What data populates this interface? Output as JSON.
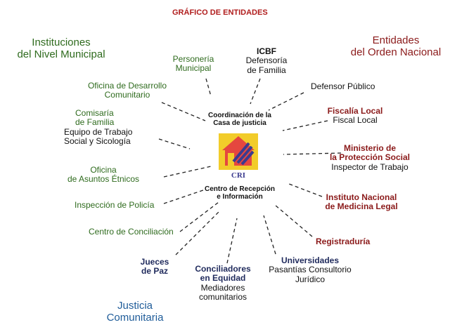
{
  "title": "GRÁFICO DE ENTIDADES",
  "colors": {
    "title": "#b01c1c",
    "municipal": "#2f6b1e",
    "nacional": "#8b1a1a",
    "comunitaria_heading": "#1f5c99",
    "comunitaria": "#1f2a5c",
    "logo_background": "#f2cc2a",
    "logo_house": "#e5473f",
    "logo_text": "#3b3b8f"
  },
  "groups": {
    "municipal": [
      "Instituciones",
      "del Nivel Municipal"
    ],
    "nacional": [
      "Entidades",
      "del Orden Nacional"
    ],
    "comunitaria": [
      "Justicia",
      "Comunitaria"
    ]
  },
  "center": {
    "top": [
      "Coordinación de la",
      "Casa de justicia"
    ],
    "logo_text": "CRI",
    "logo_icon": "house-with-scales-logo",
    "bottom": [
      "Centro de Recepción",
      "e Información"
    ]
  },
  "entities": {
    "personeria": [
      "Personería",
      "Municipal"
    ],
    "icbf": {
      "name": "ICBF",
      "sub": [
        "Defensoría",
        "de Familia"
      ]
    },
    "defensor": "Defensor Público",
    "oficina_desarrollo": [
      "Oficina de Desarrollo",
      "Comunitario"
    ],
    "comisaria": {
      "name": [
        "Comisaría",
        "de Familia"
      ],
      "sub": [
        "Equipo de Trabajo",
        "Social y Sicología"
      ]
    },
    "fiscalia": {
      "name": "Fiscalía Local",
      "sub": "Fiscal Local"
    },
    "ministerio": {
      "name": [
        "Ministerio de",
        "la Protección Social"
      ],
      "sub": "Inspector de Trabajo"
    },
    "etnicos": [
      "Oficina",
      "de Asuntos Étnicos"
    ],
    "instituto": [
      "Instituto Nacional",
      "de Medicina Legal"
    ],
    "policia": "Inspección de Policía",
    "conciliacion": "Centro de Conciliación",
    "registraduria": "Registraduría",
    "jueces": [
      "Jueces",
      "de Paz"
    ],
    "conciliadores": {
      "name": [
        "Conciliadores",
        "en Equidad"
      ],
      "sub": [
        "Mediadores",
        "comunitarios"
      ]
    },
    "universidades": {
      "name": "Universidades",
      "sub": [
        "Pasantías Consultorio",
        "Jurídico"
      ]
    }
  }
}
